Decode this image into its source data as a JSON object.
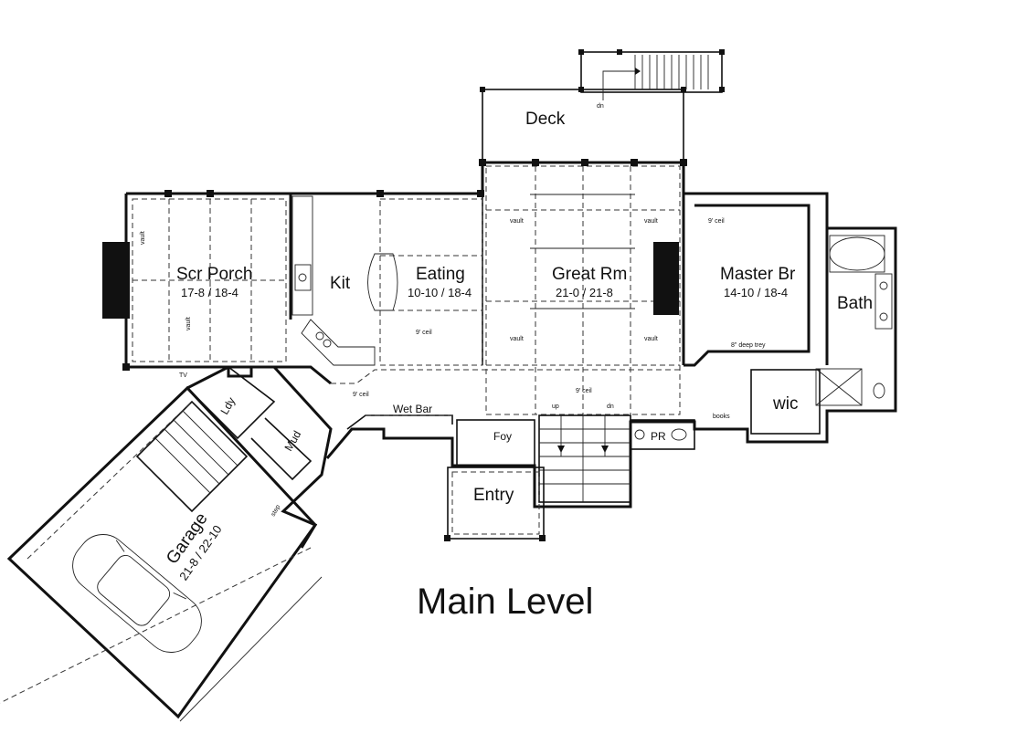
{
  "title": "Main Level",
  "rooms": {
    "deck": {
      "name": "Deck"
    },
    "scr_porch": {
      "name": "Scr Porch",
      "dims": "17-8 / 18-4"
    },
    "kit": {
      "name": "Kit"
    },
    "eating": {
      "name": "Eating",
      "dims": "10-10 / 18-4"
    },
    "great_rm": {
      "name": "Great Rm",
      "dims": "21-0 / 21-8"
    },
    "master_br": {
      "name": "Master Br",
      "dims": "14-10 / 18-4"
    },
    "bath": {
      "name": "Bath"
    },
    "wic": {
      "name": "wic"
    },
    "lndy": {
      "name": "Ldy"
    },
    "mud": {
      "name": "Mud"
    },
    "foy": {
      "name": "Foy"
    },
    "entry": {
      "name": "Entry"
    },
    "pr": {
      "name": "PR"
    },
    "garage": {
      "name": "Garage",
      "dims": "21-8 / 22-10"
    },
    "wet_bar": {
      "name": "Wet Bar"
    }
  },
  "notes": {
    "vault": "vault",
    "ceil_9": "9' ceil",
    "deep_trey": "8\" deep trey",
    "dn": "dn",
    "up": "up",
    "tv": "TV",
    "books": "books",
    "step": "step"
  }
}
